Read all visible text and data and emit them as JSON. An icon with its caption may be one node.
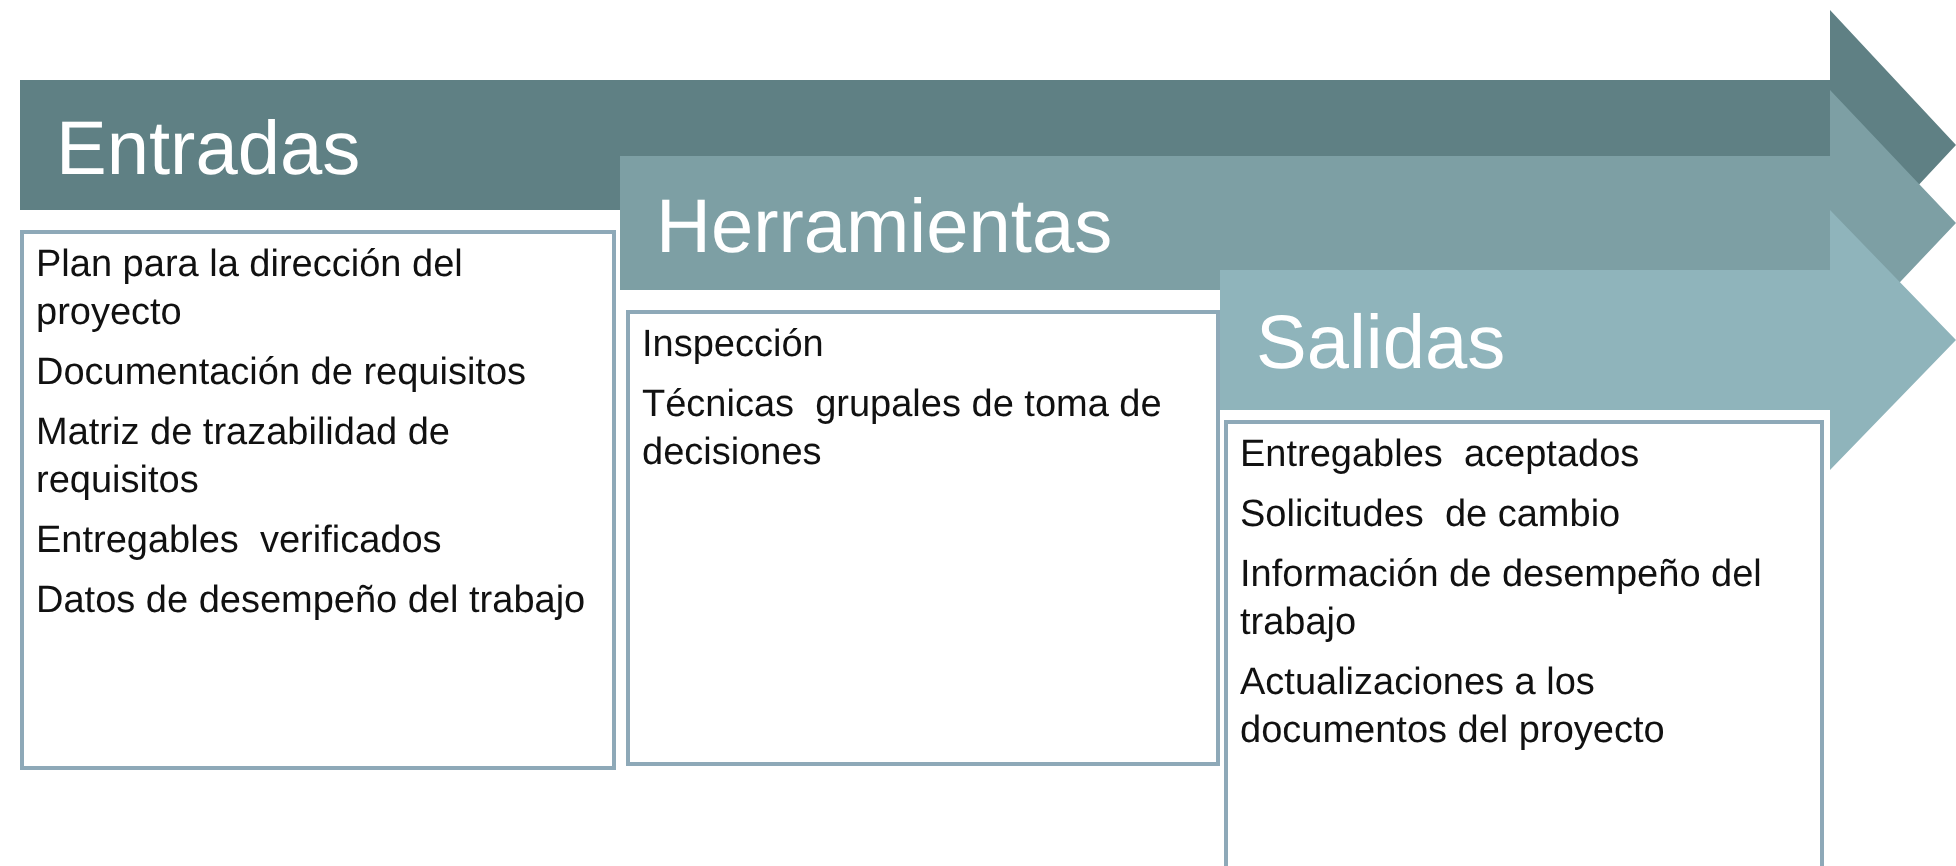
{
  "diagram": {
    "nodes": [
      {
        "text": [
          "Entradas"
        ]
      },
      {
        "text": [
          "Plan para la dirección del proyecto",
          "Documentación de requisitos",
          "Matriz de trazabilidad de requisitos",
          "Entregables  verificados",
          "Datos de desempeño del trabajo"
        ]
      },
      {
        "text": [
          "Herramientas"
        ]
      },
      {
        "text": [
          "Inspección",
          "Técnicas  grupales de toma de decisiones"
        ]
      },
      {
        "text": [
          "Salidas"
        ]
      },
      {
        "text": [
          "Entregables  aceptados",
          "Solicitudes  de cambio",
          "Información de desempeño del trabajo",
          "Actualizaciones a los documentos del proyecto"
        ]
      }
    ],
    "edges": []
  }
}
